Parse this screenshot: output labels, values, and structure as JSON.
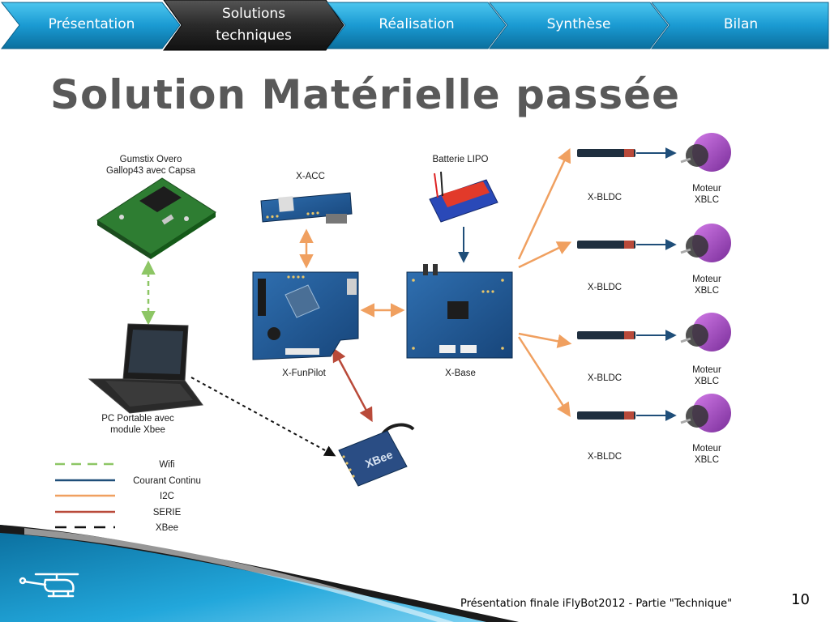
{
  "nav": {
    "tabs": [
      {
        "label": "Présentation"
      },
      {
        "label_line1": "Solutions",
        "label_line2": "techniques",
        "active": true
      },
      {
        "label": "Réalisation"
      },
      {
        "label": "Synthèse"
      },
      {
        "label": "Bilan"
      }
    ]
  },
  "slide": {
    "title": "Solution Matérielle passée",
    "footer": "Présentation finale iFlyBot2012 - Partie \"Technique\"",
    "page_number": "10"
  },
  "diagram": {
    "gumstix": {
      "line1": "Gumstix Overo",
      "line2": "Gallop43 avec Capsa"
    },
    "laptop": {
      "line1": "PC Portable avec",
      "line2": "module Xbee"
    },
    "xacc": "X-ACC",
    "funpilot": "X-FunPilot",
    "battery": "Batterie LIPO",
    "xbase": "X-Base",
    "xbldc": [
      "X-BLDC",
      "X-BLDC",
      "X-BLDC",
      "X-BLDC"
    ],
    "motor": {
      "line1": "Moteur",
      "line2": "XBLC"
    },
    "xbee_chip": "XBee"
  },
  "legend": [
    {
      "label": "Wifi",
      "color": "#8dc665",
      "dash": "12 8"
    },
    {
      "label": "Courant Continu",
      "color": "#1f4e79",
      "dash": ""
    },
    {
      "label": "I2C",
      "color": "#f0a060",
      "dash": ""
    },
    {
      "label": "SERIE",
      "color": "#b94a3a",
      "dash": ""
    },
    {
      "label": "XBee",
      "color": "#111111",
      "dash": "14 10"
    }
  ],
  "colors": {
    "nav_blue": "#1b9fd4",
    "nav_active": "#222222",
    "wifi": "#8dc665",
    "power": "#1f4e79",
    "i2c": "#f0a060",
    "serial": "#b94a3a",
    "xbee_link": "#111111"
  }
}
